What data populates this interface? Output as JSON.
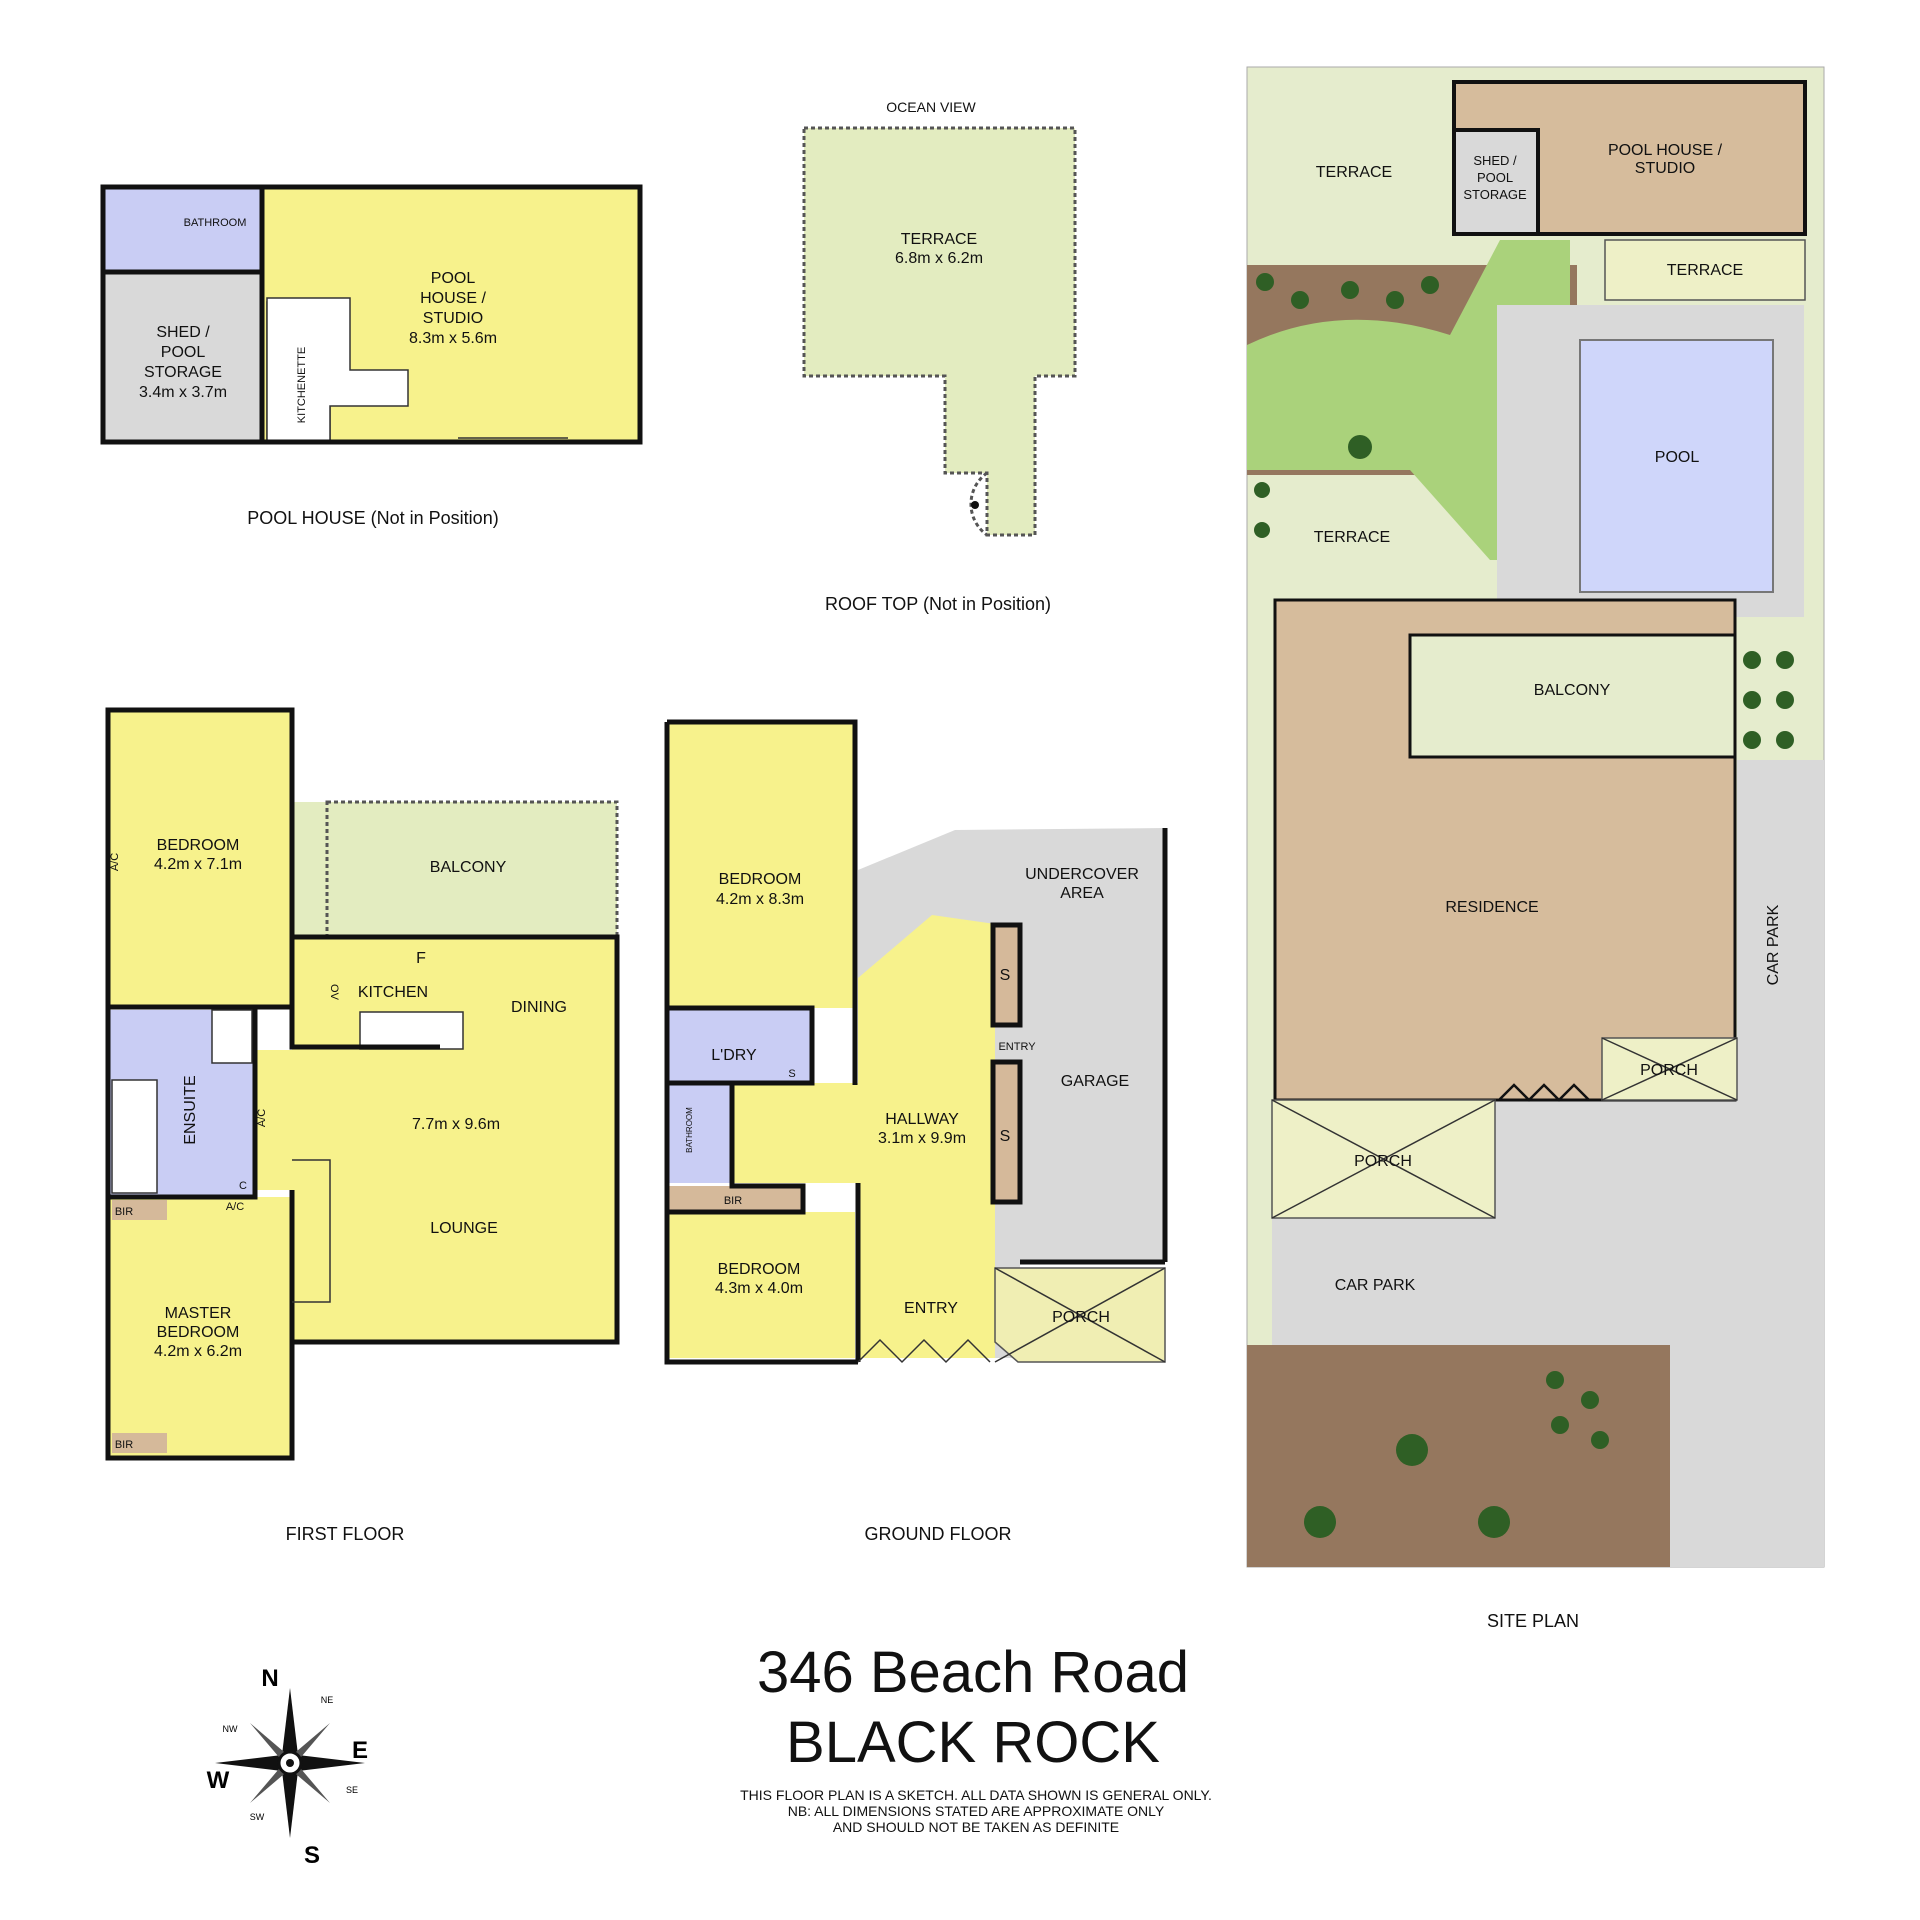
{
  "title": {
    "line1": "346 Beach Road",
    "line2": "BLACK ROCK"
  },
  "disclaimer": {
    "line1": "THIS FLOOR PLAN IS A SKETCH. ALL DATA SHOWN IS GENERAL ONLY.",
    "line2": "NB: ALL DIMENSIONS STATED ARE APPROXIMATE ONLY",
    "line3": "AND SHOULD NOT BE TAKEN AS DEFINITE"
  },
  "compass": {
    "n": "N",
    "s": "S",
    "e": "E",
    "w": "W",
    "ne": "NE",
    "nw": "NW",
    "se": "SE",
    "sw": "SW"
  },
  "pool_house": {
    "caption": "POOL HOUSE (Not in Position)",
    "bathroom": "BATHROOM",
    "shed_name": [
      "SHED /",
      "POOL",
      "STORAGE"
    ],
    "shed_dims": "3.4m x 3.7m",
    "studio_name": [
      "POOL",
      "HOUSE /",
      "STUDIO"
    ],
    "studio_dims": "8.3m x 5.6m",
    "kitchenette": "KITCHENETTE"
  },
  "roof_top": {
    "caption": "ROOF TOP (Not in Position)",
    "ocean_view": "OCEAN VIEW",
    "terrace": "TERRACE",
    "terrace_dims": "6.8m x 6.2m"
  },
  "first_floor": {
    "caption": "FIRST FLOOR",
    "bedroom": "BEDROOM",
    "bedroom_dims": "4.2m x 7.1m",
    "ac1": "A/C",
    "ac2": "A/C",
    "ac3": "A/C",
    "balcony": "BALCONY",
    "kitchen": "KITCHEN",
    "fridge": "F",
    "oven": "OV",
    "dining": "DINING",
    "ensuite": "ENSUITE",
    "living_dims": "7.7m x 9.6m",
    "lounge": "LOUNGE",
    "cupboard": "C",
    "bir1": "BIR",
    "bir2": "BIR",
    "master": [
      "MASTER",
      "BEDROOM"
    ],
    "master_dims": "4.2m x 6.2m"
  },
  "ground_floor": {
    "caption": "GROUND FLOOR",
    "bedroom1": "BEDROOM",
    "bedroom1_dims": "4.2m x 8.3m",
    "laundry": "L'DRY",
    "s1": "S",
    "bathroom": "BATHROOM",
    "bir": "BIR",
    "bedroom2": "BEDROOM",
    "bedroom2_dims": "4.3m x 4.0m",
    "hallway": "HALLWAY",
    "hallway_dims": "3.1m x 9.9m",
    "entry": "ENTRY",
    "entry_small": "ENTRY",
    "s2": "S",
    "s3": "S",
    "undercover": [
      "UNDERCOVER",
      "AREA"
    ],
    "garage": "GARAGE",
    "porch": "PORCH"
  },
  "site_plan": {
    "caption": "SITE PLAN",
    "terrace1": "TERRACE",
    "shed": [
      "SHED /",
      "POOL",
      "STORAGE"
    ],
    "pool_house": [
      "POOL HOUSE /",
      "STUDIO"
    ],
    "terrace2": "TERRACE",
    "pool": "POOL",
    "terrace3": "TERRACE",
    "balcony": "BALCONY",
    "residence": "RESIDENCE",
    "car_park_side": "CAR PARK",
    "porch1": "PORCH",
    "porch2": "PORCH",
    "car_park": "CAR PARK"
  }
}
